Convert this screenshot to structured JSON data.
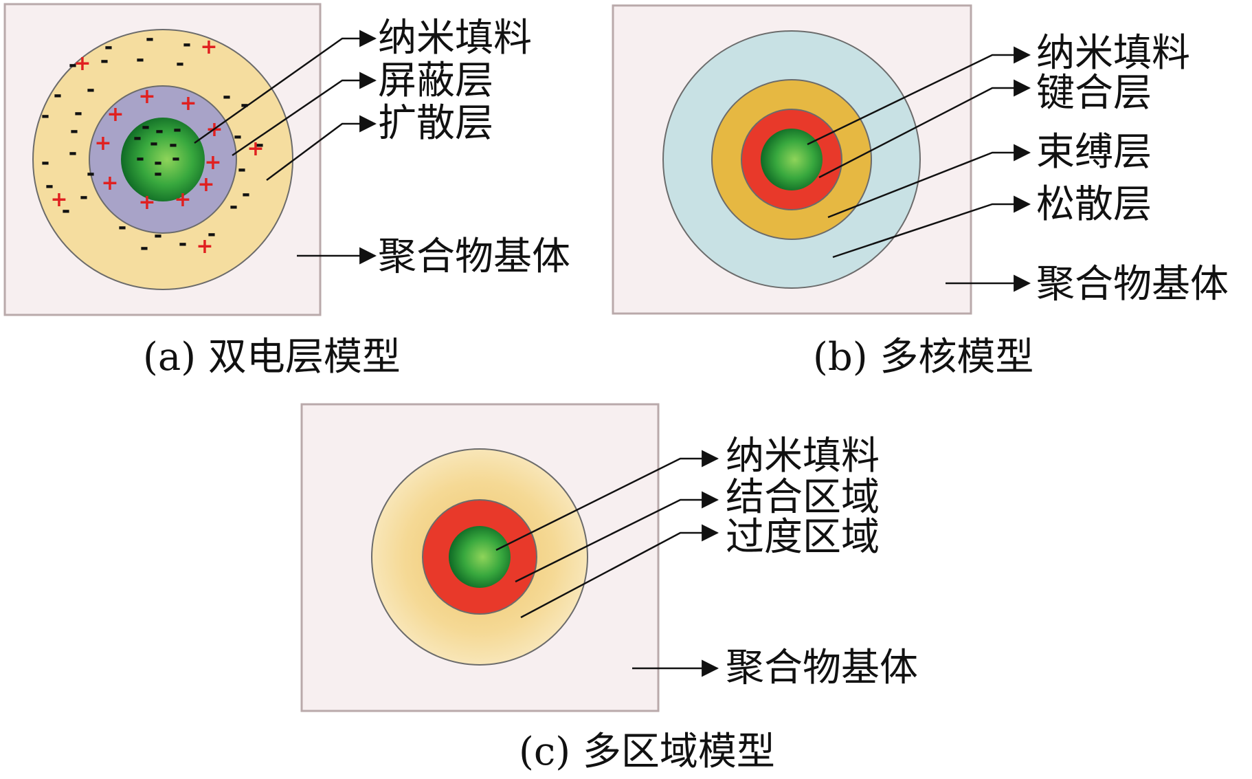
{
  "colors": {
    "panel_fill": "#f7eff0",
    "panel_border": "#b9a9aa",
    "filler_core": "#1f9a3a",
    "filler_highlight": "#8fd45a",
    "shield_layer": "#a8a3c8",
    "diffuse_layer": "#f5dd9f",
    "bonded_layer": "#e8392a",
    "bound_layer": "#e6b842",
    "loose_layer": "#c8e1e4",
    "transition_region": "#f3d48a",
    "plus_charge": "#e02020",
    "minus_charge": "#111111"
  },
  "symbols": {
    "plus": "+",
    "minus": "-"
  },
  "panel_a": {
    "caption": "(a) 双电层模型",
    "labels": [
      "纳米填料",
      "屏蔽层",
      "扩散层"
    ],
    "matrix_label": "聚合物基体"
  },
  "panel_b": {
    "caption": "(b) 多核模型",
    "labels": [
      "纳米填料",
      "键合层",
      "束缚层",
      "松散层"
    ],
    "matrix_label": "聚合物基体"
  },
  "panel_c": {
    "caption": "(c) 多区域模型",
    "labels": [
      "纳米填料",
      "结合区域",
      "过度区域"
    ],
    "matrix_label": "聚合物基体"
  }
}
